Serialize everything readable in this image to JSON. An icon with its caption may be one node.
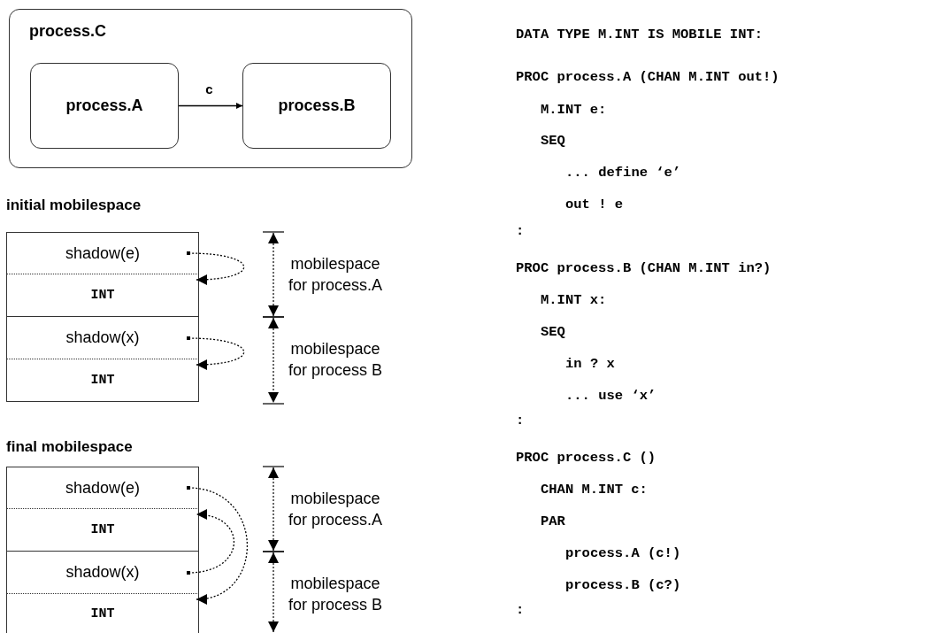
{
  "diagram": {
    "nodes": [
      {
        "text": [
          "process.C"
        ]
      },
      {
        "text": [
          "process.A"
        ],
        "in": 0
      },
      {
        "text": [
          "process.B"
        ],
        "in": 0
      },
      {
        "text": [
          "initial mobilespace"
        ]
      },
      {
        "text": [
          "shadow(e)"
        ],
        "in": 3
      },
      {
        "text": [
          "INT"
        ],
        "in": 3
      },
      {
        "text": [
          "shadow(x)"
        ],
        "in": 3
      },
      {
        "text": [
          "INT"
        ],
        "in": 3
      },
      {
        "text": [
          "final mobilespace"
        ]
      },
      {
        "text": [
          "shadow(e)"
        ],
        "in": 8
      },
      {
        "text": [
          "INT"
        ],
        "in": 8
      },
      {
        "text": [
          "shadow(x)"
        ],
        "in": 8
      },
      {
        "text": [
          "INT"
        ],
        "in": 8
      }
    ],
    "edges": [
      {
        "from": 1,
        "to": 2,
        "arrow": "to",
        "label": "c"
      },
      {
        "from": 4,
        "to": 5,
        "arrow": "to",
        "style": "dashed"
      },
      {
        "from": 6,
        "to": 7,
        "arrow": "to",
        "style": "dashed"
      },
      {
        "from": 9,
        "to": 12,
        "arrow": "to",
        "style": "dashed"
      },
      {
        "from": 11,
        "to": 10,
        "arrow": "to",
        "style": "dashed"
      }
    ],
    "labels": [
      "mobilespace for process.A",
      "mobilespace for process B",
      "mobilespace for process.A",
      "mobilespace for process B",
      "DATA TYPE M.INT IS MOBILE INT:",
      "PROC process.A (CHAN M.INT out!)",
      "M.INT e:",
      "SEQ",
      "... define ‘e’",
      "out ! e",
      ":",
      "PROC process.B (CHAN M.INT in?)",
      "M.INT x:",
      "SEQ",
      "in ? x",
      "... use ‘x’",
      ":",
      "PROC process.C ()",
      "CHAN M.INT c:",
      "PAR",
      "process.A (c!)",
      "process.B (c?)",
      ":"
    ]
  }
}
